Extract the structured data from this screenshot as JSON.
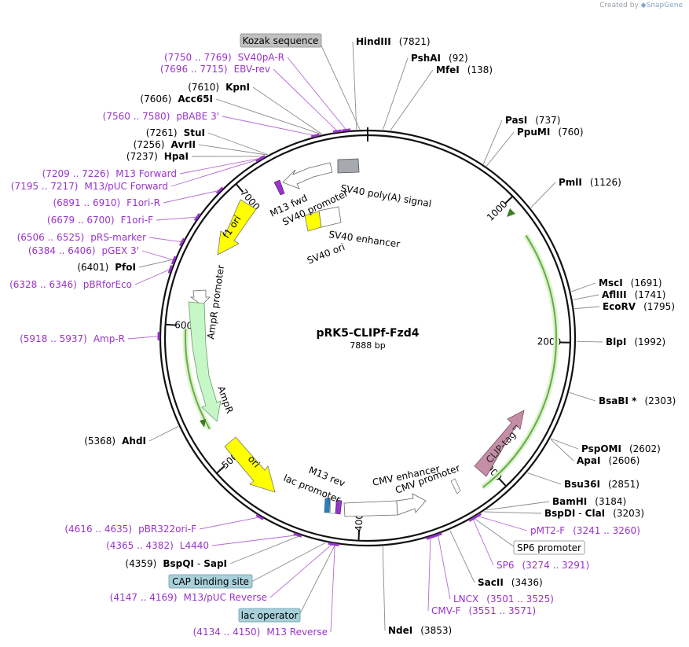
{
  "header": {
    "created_by": "Created by",
    "brand": "SnapGene"
  },
  "plasmid": {
    "name": "pRK5-CLIPf-Fzd4",
    "length_label": "7888 bp",
    "length": 7888
  },
  "ticks": [
    {
      "pos": 1000,
      "label": "1000"
    },
    {
      "pos": 2000,
      "label": "2000"
    },
    {
      "pos": 3000,
      "label": "3000"
    },
    {
      "pos": 4000,
      "label": "4000"
    },
    {
      "pos": 5000,
      "label": "5000"
    },
    {
      "pos": 6000,
      "label": "6000"
    },
    {
      "pos": 7000,
      "label": "7000"
    }
  ],
  "arcs": [
    {
      "name": "AmpR",
      "start": 5980,
      "end": 5260,
      "color": "#6aa84f"
    },
    {
      "name": "CLIP-tag",
      "start": 3120,
      "end": 1250,
      "color": "#6aa84f"
    }
  ],
  "features": [
    {
      "label": "SV40 poly(A) signal",
      "kind": "gray-box"
    },
    {
      "label": "M13 fwd",
      "kind": "purple-arrow"
    },
    {
      "label": "SV40 promoter",
      "kind": "white-arrow"
    },
    {
      "label": "SV40 enhancer",
      "kind": "white-box"
    },
    {
      "label": "SV40 ori",
      "kind": "yellow-box"
    },
    {
      "label": "f1 ori",
      "kind": "yellow-arrow"
    },
    {
      "label": "AmpR promoter",
      "kind": "white-arrow"
    },
    {
      "label": "AmpR",
      "kind": "green-arrow"
    },
    {
      "label": "ori",
      "kind": "yellow-arrow"
    },
    {
      "label": "M13 rev",
      "kind": "purple-arrow"
    },
    {
      "label": "lac promoter",
      "kind": "white-arrow"
    },
    {
      "label": "CMV enhancer",
      "kind": "white-box"
    },
    {
      "label": "CMV promoter",
      "kind": "white-arrow"
    },
    {
      "label": "CLIP-tag™",
      "kind": "pink-arrow"
    }
  ],
  "site_labels": [
    {
      "id": "hindiii",
      "type": "enzyme",
      "name": "HindIII",
      "pos": "(7821)"
    },
    {
      "id": "pshai",
      "type": "enzyme",
      "name": "PshAI",
      "pos": "(92)"
    },
    {
      "id": "mfei",
      "type": "enzyme",
      "name": "MfeI",
      "pos": "(138)"
    },
    {
      "id": "pasi",
      "type": "enzyme",
      "name": "PasI",
      "pos": "(737)"
    },
    {
      "id": "ppumi",
      "type": "enzyme",
      "name": "PpuMI",
      "pos": "(760)"
    },
    {
      "id": "pmli",
      "type": "enzyme",
      "name": "PmlI",
      "pos": "(1126)"
    },
    {
      "id": "msci",
      "type": "enzyme",
      "name": "MscI",
      "pos": "(1691)"
    },
    {
      "id": "aflii",
      "type": "enzyme",
      "name": "AflIII",
      "pos": "(1741)"
    },
    {
      "id": "ecorv",
      "type": "enzyme",
      "name": "EcoRV",
      "pos": "(1795)"
    },
    {
      "id": "blpi",
      "type": "enzyme",
      "name": "BlpI",
      "pos": "(1992)"
    },
    {
      "id": "bsabi",
      "type": "enzyme",
      "name": "BsaBI *",
      "pos": "(2303)"
    },
    {
      "id": "pspomi",
      "type": "enzyme",
      "name": "PspOMI",
      "pos": "(2602)"
    },
    {
      "id": "apai",
      "type": "enzyme",
      "name": "ApaI",
      "pos": "(2606)"
    },
    {
      "id": "bsu36i",
      "type": "enzyme",
      "name": "Bsu36I",
      "pos": "(2851)"
    },
    {
      "id": "bamhi",
      "type": "enzyme",
      "name": "BamHI",
      "pos": "(3184)"
    },
    {
      "id": "bspdi",
      "type": "enzyme",
      "name": "BspDI",
      "name2": "ClaI",
      "pos": "(3203)"
    },
    {
      "id": "sacii",
      "type": "enzyme",
      "name": "SacII",
      "pos": "(3436)"
    },
    {
      "id": "ndei",
      "type": "enzyme",
      "name": "NdeI",
      "pos": "(3853)"
    },
    {
      "id": "bspqi",
      "type": "enzyme",
      "name": "BspQI",
      "name2": "SapI",
      "pos": "(4359)"
    },
    {
      "id": "ahdi",
      "type": "enzyme",
      "name": "AhdI",
      "pos": "(5368)"
    },
    {
      "id": "pfoi",
      "type": "enzyme",
      "name": "PfoI",
      "pos": "(6401)"
    },
    {
      "id": "hpai",
      "type": "enzyme",
      "name": "HpaI",
      "pos": "(7237)"
    },
    {
      "id": "avrii",
      "type": "enzyme",
      "name": "AvrII",
      "pos": "(7256)"
    },
    {
      "id": "stui",
      "type": "enzyme",
      "name": "StuI",
      "pos": "(7261)"
    },
    {
      "id": "acc65i",
      "type": "enzyme",
      "name": "Acc65I",
      "pos": "(7606)"
    },
    {
      "id": "kpni",
      "type": "enzyme",
      "name": "KpnI",
      "pos": "(7610)"
    },
    {
      "id": "sv40pa-r",
      "type": "primer",
      "name": "SV40pA-R",
      "pos": "(7750 .. 7769)"
    },
    {
      "id": "ebv-rev",
      "type": "primer",
      "name": "EBV-rev",
      "pos": "(7696 .. 7715)"
    },
    {
      "id": "pbabe3",
      "type": "primer",
      "name": "pBABE 3'",
      "pos": "(7560 .. 7580)"
    },
    {
      "id": "m13forward",
      "type": "primer",
      "name": "M13 Forward",
      "pos": "(7209 .. 7226)"
    },
    {
      "id": "m13pucfwd",
      "type": "primer",
      "name": "M13/pUC Forward",
      "pos": "(7195 .. 7217)"
    },
    {
      "id": "f1ori-r",
      "type": "primer",
      "name": "F1ori-R",
      "pos": "(6891 .. 6910)"
    },
    {
      "id": "f1ori-f",
      "type": "primer",
      "name": "F1ori-F",
      "pos": "(6679 .. 6700)"
    },
    {
      "id": "prs-marker",
      "type": "primer",
      "name": "pRS-marker",
      "pos": "(6506 .. 6525)"
    },
    {
      "id": "pgex3",
      "type": "primer",
      "name": "pGEX 3'",
      "pos": "(6384 .. 6406)"
    },
    {
      "id": "pbrforeco",
      "type": "primer",
      "name": "pBRforEco",
      "pos": "(6328 .. 6346)"
    },
    {
      "id": "amp-r",
      "type": "primer",
      "name": "Amp-R",
      "pos": "(5918 .. 5937)"
    },
    {
      "id": "pbr322ori-f",
      "type": "primer",
      "name": "pBR322ori-F",
      "pos": "(4616 .. 4635)"
    },
    {
      "id": "l4440",
      "type": "primer",
      "name": "L4440",
      "pos": "(4365 .. 4382)"
    },
    {
      "id": "m13puc-rev",
      "type": "primer",
      "name": "M13/pUC Reverse",
      "pos": "(4147 .. 4169)"
    },
    {
      "id": "m13reverse",
      "type": "primer",
      "name": "M13 Reverse",
      "pos": "(4134 .. 4150)"
    },
    {
      "id": "pmt2-f",
      "type": "primer",
      "name": "pMT2-F",
      "pos": "(3241 .. 3260)"
    },
    {
      "id": "sp6",
      "type": "primer",
      "name": "SP6",
      "pos": "(3274 .. 3291)"
    },
    {
      "id": "lncx",
      "type": "primer",
      "name": "LNCX",
      "pos": "(3501 .. 3525)"
    },
    {
      "id": "cmv-f",
      "type": "primer",
      "name": "CMV-F",
      "pos": "(3551 .. 3571)"
    }
  ],
  "boxed_labels": [
    {
      "id": "kozak",
      "label": "Kozak sequence",
      "style": "gray"
    },
    {
      "id": "sp6-promoter",
      "label": "SP6 promoter",
      "style": "white"
    },
    {
      "id": "cap-site",
      "label": "CAP binding site",
      "style": "teal"
    },
    {
      "id": "lac-operator",
      "label": "lac operator",
      "style": "teal"
    }
  ],
  "colors": {
    "enzyme": "#000000",
    "primer": "#9933cc",
    "leader": "#8c8c8c",
    "backbone": "#111111",
    "yellow": "#ffff00",
    "green_feature": "#c6f7c6",
    "pink": "#c48fa6",
    "gray_feature": "#a6a9b0",
    "teal_box": "#a8d0da",
    "gray_box": "#c0c0c0"
  }
}
